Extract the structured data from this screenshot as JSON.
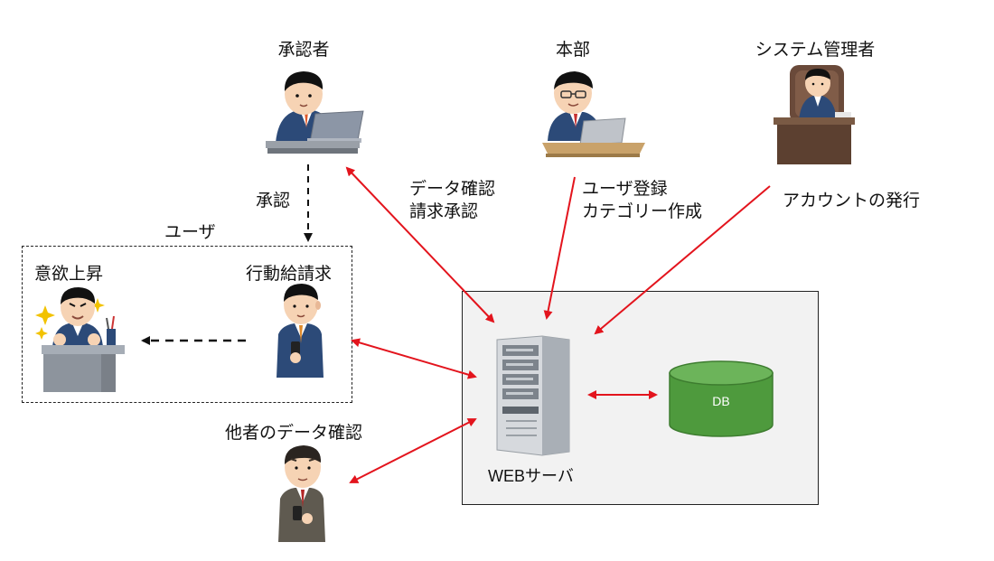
{
  "actors": {
    "approver": {
      "label": "承認者"
    },
    "headquarters": {
      "label": "本部"
    },
    "sysadmin": {
      "label": "システム管理者"
    },
    "user_motivated": {
      "label": "意欲上昇"
    },
    "user_claimant": {
      "label": "行動給請求"
    },
    "other_viewer": {
      "label": "他者のデータ確認"
    }
  },
  "groups": {
    "user_group": {
      "label": "ユーザ"
    }
  },
  "edges": {
    "approve": {
      "label": "承認"
    },
    "approver_server": {
      "line1": "データ確認",
      "line2": "請求承認"
    },
    "hq_server": {
      "line1": "ユーザ登録",
      "line2": "カテゴリー作成"
    },
    "admin_server": {
      "label": "アカウントの発行"
    }
  },
  "server": {
    "label": "WEBサーバ"
  },
  "db": {
    "label": "DB"
  },
  "colors": {
    "arrow_red": "#e3141d",
    "dashed_black": "#111111",
    "db_green": "#4e9a3d",
    "db_green_dark": "#3d7c2f",
    "server_box_bg": "#f2f2f2",
    "suit_blue": "#2c4a78",
    "suit_gray": "#5f5a50"
  },
  "icons": [
    "person-laptop-icon",
    "person-desk-icon",
    "person-boss-icon",
    "person-celebrate-icon",
    "person-phone-icon",
    "server-tower-icon",
    "database-cylinder-icon"
  ]
}
